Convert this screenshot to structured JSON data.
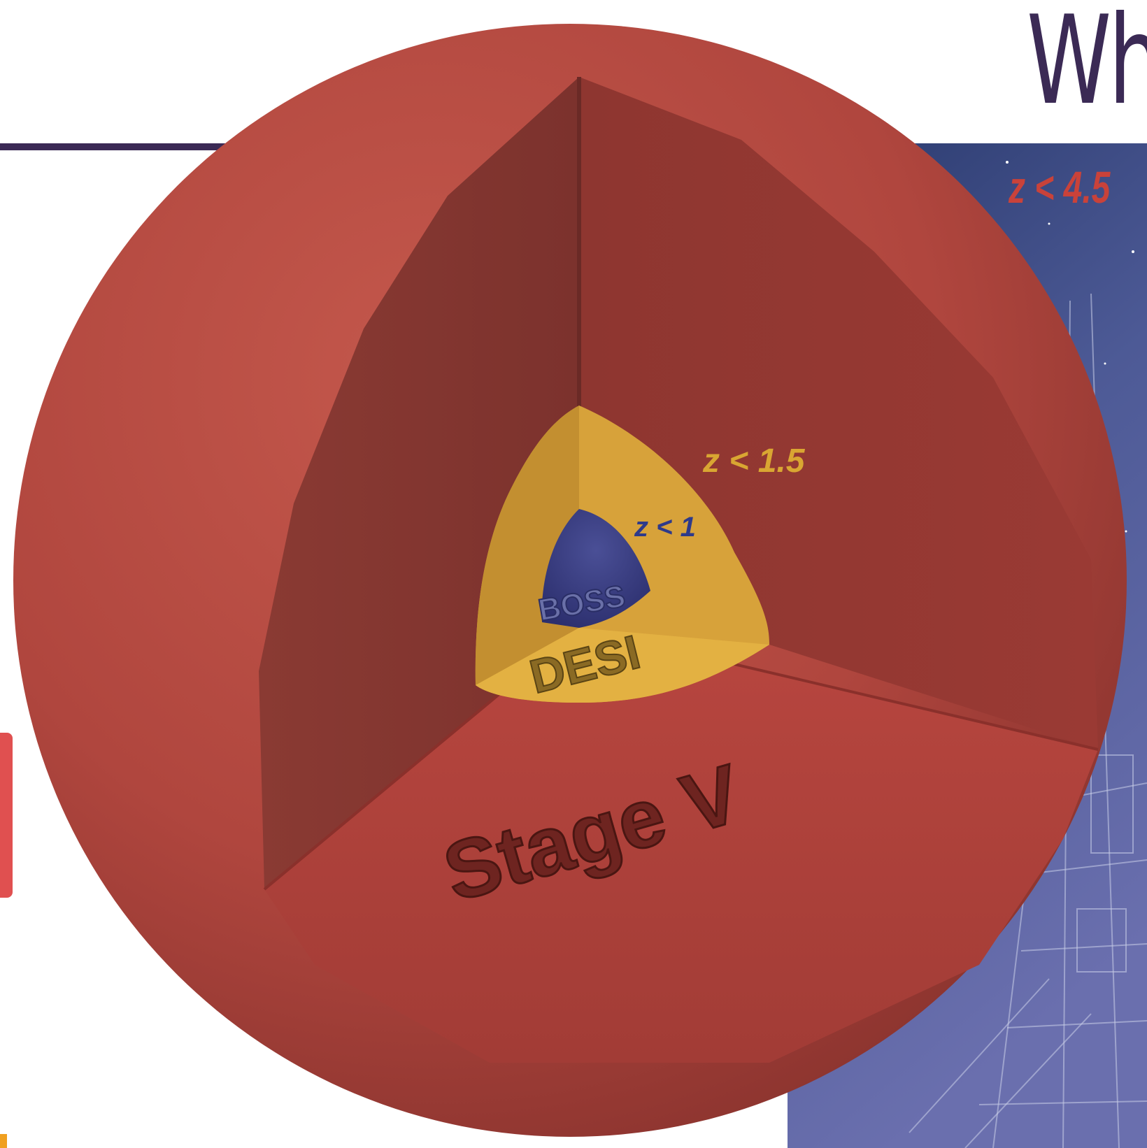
{
  "slide": {
    "title_fragment": "Wh"
  },
  "diagram": {
    "labels": {
      "outer_z": "z < 4.5",
      "mid_z": "z < 1.5",
      "inner_z": "z < 1",
      "inner_name": "BOSS",
      "mid_name": "DESI",
      "outer_name": "Stage V"
    },
    "colors": {
      "title": "#3b2a55",
      "outer_shell": "#b5473f",
      "middle_shell": "#e0a83a",
      "inner_core": "#3a3f86",
      "outer_z_label": "#c9423a",
      "mid_z_label": "#d9a632",
      "inner_z_label": "#2e3a8a",
      "side_accent": "#e05050"
    }
  }
}
